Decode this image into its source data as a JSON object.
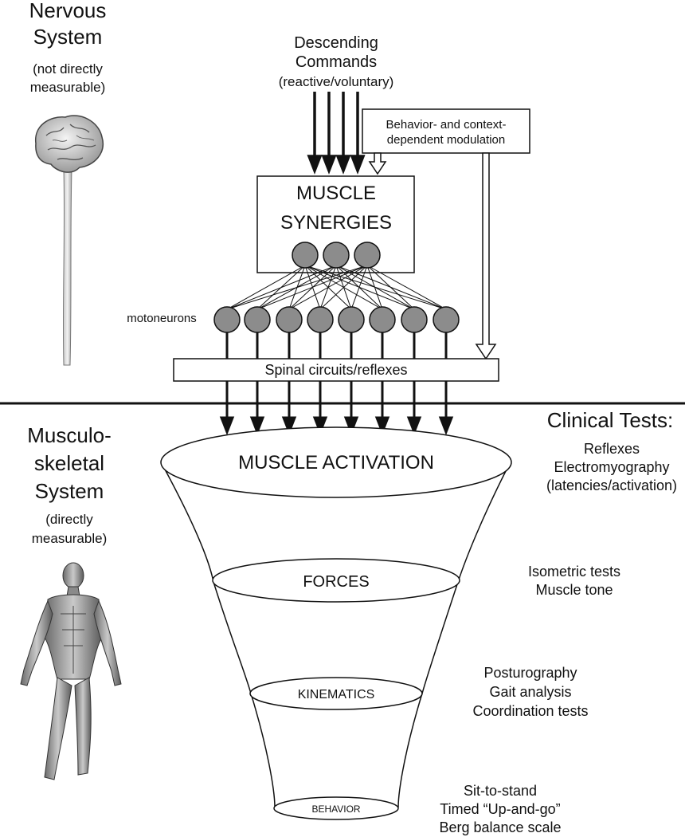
{
  "nervous": {
    "title1": "Nervous",
    "title2": "System",
    "sub1": "(not directly",
    "sub2": "measurable)"
  },
  "descending": {
    "line1": "Descending",
    "line2": "Commands",
    "line3": "(reactive/voluntary)"
  },
  "modulation": {
    "line1": "Behavior- and context-",
    "line2": "dependent modulation"
  },
  "synergies": {
    "line1": "MUSCLE",
    "line2": "SYNERGIES"
  },
  "motoneurons_label": "motoneurons",
  "spinal_label": "Spinal circuits/reflexes",
  "musculoskeletal": {
    "line1": "Musculo-",
    "line2": "skeletal",
    "line3": "System",
    "sub1": "(directly",
    "sub2": "measurable)"
  },
  "clinical": {
    "title": "Clinical Tests:",
    "activation_tests": [
      "Reflexes",
      "Electromyography",
      "(latencies/activation)"
    ],
    "forces_tests": [
      "Isometric tests",
      "Muscle tone"
    ],
    "kinematics_tests": [
      "Posturography",
      "Gait analysis",
      "Coordination tests"
    ],
    "behavior_tests": [
      "Sit-to-stand",
      "Timed “Up-and-go”",
      "Berg balance scale"
    ]
  },
  "funnel": {
    "level1": "MUSCLE ACTIVATION",
    "level2": "FORCES",
    "level3": "KINEMATICS",
    "level4": "BEHAVIOR"
  },
  "icons": {
    "brain": "brain-and-spinal-cord-icon",
    "body": "human-musculature-icon"
  }
}
